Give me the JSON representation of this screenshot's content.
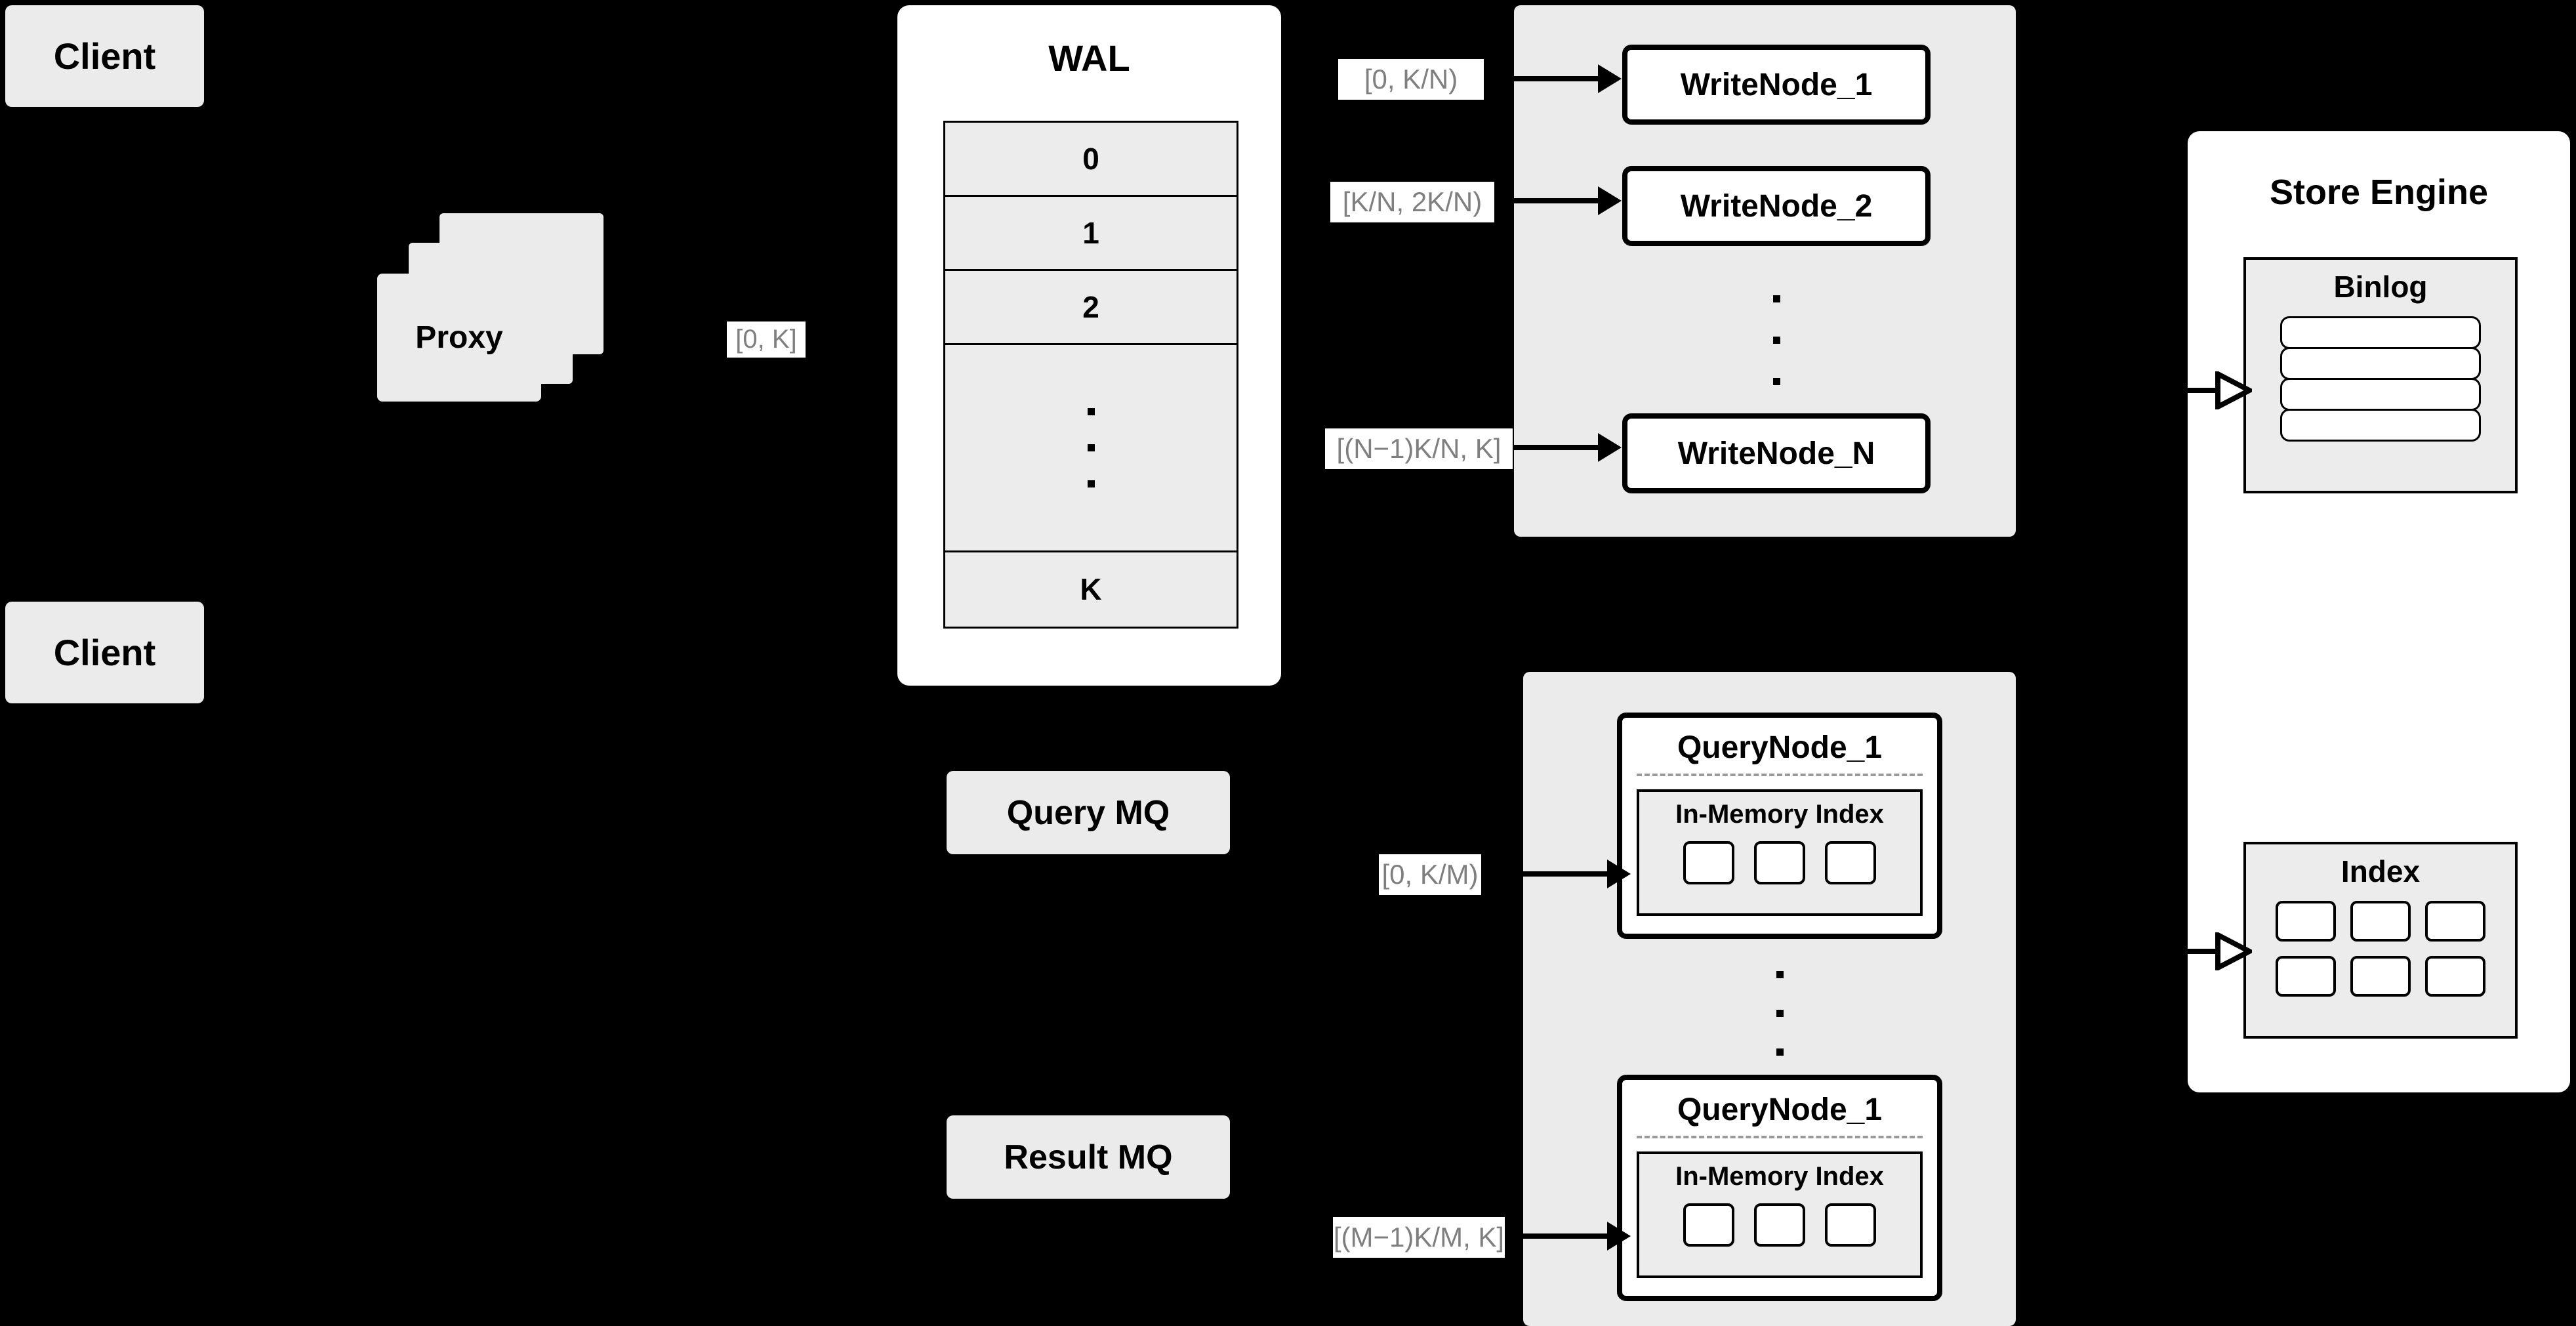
{
  "diagram": {
    "title": "Distributed write/query architecture",
    "background_color": "#000000",
    "box_fill": "#ebebeb",
    "panel_fill": "#ececec",
    "white_fill": "#ffffff",
    "label_text_color": "#7f7f7f",
    "stroke_color": "#000000"
  },
  "clients": [
    {
      "label": "Client"
    },
    {
      "label": "Client"
    }
  ],
  "proxy": {
    "label": "Proxy",
    "stack_count": 3
  },
  "wal": {
    "title": "WAL",
    "rows": [
      "0",
      "1",
      "2",
      "⋮",
      "K"
    ],
    "ellipsis_row_index": 3,
    "dots": 3
  },
  "message_queues": [
    {
      "label": "Query MQ"
    },
    {
      "label": "Result MQ"
    }
  ],
  "write_group": {
    "nodes": [
      {
        "label": "WriteNode_1"
      },
      {
        "label": "WriteNode_2"
      },
      {
        "label": "WriteNode_N"
      }
    ],
    "ellipsis_dots": 3
  },
  "query_group": {
    "nodes": [
      {
        "label": "QueryNode_1",
        "index_panel": {
          "title": "In-Memory Index",
          "chips": 3
        }
      },
      {
        "label": "QueryNode_1",
        "index_panel": {
          "title": "In-Memory Index",
          "chips": 3
        }
      }
    ],
    "ellipsis_dots": 3
  },
  "store_engine": {
    "title": "Store Engine",
    "binlog": {
      "title": "Binlog",
      "entries": 4
    },
    "index": {
      "title": "Index",
      "chips": 6,
      "rows": 2,
      "cols": 3
    }
  },
  "edge_labels": {
    "proxy_to_wal": "[0, K]",
    "write_ranges": [
      "[0,  K/N)",
      "[K/N, 2K/N)",
      "[(N−1)K/N,  K]"
    ],
    "query_ranges": [
      "[0, K/M)",
      "[(M−1)K/M, K]"
    ]
  }
}
